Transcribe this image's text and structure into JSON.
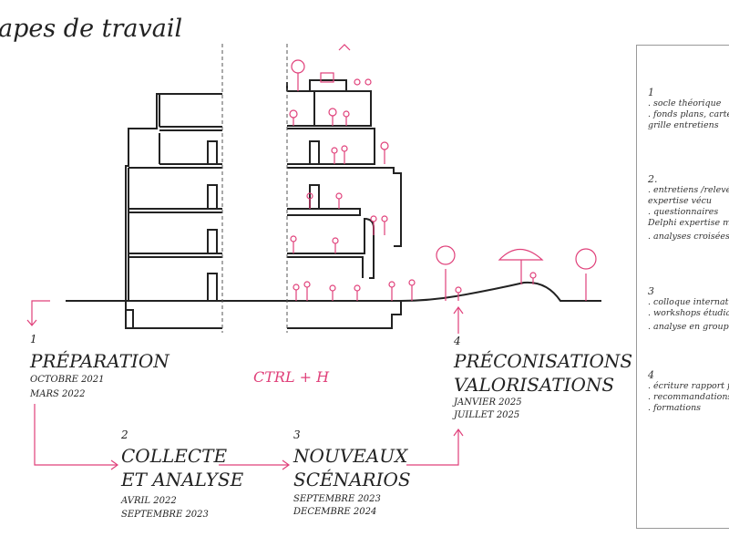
{
  "title": "apes de travail",
  "accent_color": "#e0407a",
  "annotation": "CTRL + H",
  "phases": [
    {
      "num": "1",
      "name_line1": "PRÉPARATION",
      "name_line2": "",
      "date_start": "OCTOBRE 2021",
      "date_end": "MARS 2022"
    },
    {
      "num": "2",
      "name_line1": "COLLECTE",
      "name_line2": "ET ANALYSE",
      "date_start": "AVRIL 2022",
      "date_end": "SEPTEMBRE 2023"
    },
    {
      "num": "3",
      "name_line1": "NOUVEAUX",
      "name_line2": "SCÉNARIOS",
      "date_start": "SEPTEMBRE 2023",
      "date_end": "DECEMBRE 2024"
    },
    {
      "num": "4",
      "name_line1": "PRÉCONISATIONS",
      "name_line2": "VALORISATIONS",
      "date_start": "JANVIER 2025",
      "date_end": "JUILLET 2025"
    }
  ],
  "panel": {
    "groups": [
      {
        "num": "1",
        "items": [
          ". socle théorique",
          ". fonds plans, carte",
          "grille entretiens"
        ]
      },
      {
        "num": "2.",
        "items": [
          ". entretiens /relevés",
          "expertise vécu",
          ". questionnaires",
          "Delphi expertise m",
          ". analyses croisées"
        ]
      },
      {
        "num": "3",
        "items": [
          ". colloque internati",
          ". workshops étudia",
          ". analyse en groupe"
        ]
      },
      {
        "num": "4",
        "items": [
          ". écriture rapport f",
          ". recommandations",
          ". formations"
        ]
      }
    ]
  }
}
